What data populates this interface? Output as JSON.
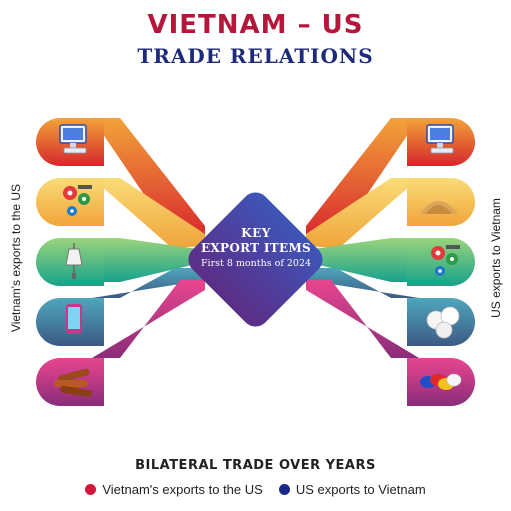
{
  "header": {
    "title": "VIETNAM – US",
    "subtitle": "TRADE RELATIONS"
  },
  "center": {
    "line1": "KEY",
    "line2": "EXPORT ITEMS",
    "line3": "First 8 months of 2024"
  },
  "sides": {
    "left_label": "Vietnam's exports to the US",
    "right_label": "US exports to Vietnam"
  },
  "left_items": [
    {
      "icon": "computer-icon",
      "color_top": "#f2a33a",
      "color_bottom": "#d7262c"
    },
    {
      "icon": "machinery-gears-icon",
      "color_top": "#f7d46a",
      "color_bottom": "#f0a43a"
    },
    {
      "icon": "garment-icon",
      "color_top": "#8fcf7a",
      "color_bottom": "#1aa58a"
    },
    {
      "icon": "phone-icon",
      "color_top": "#4aa0b8",
      "color_bottom": "#3e5f86"
    },
    {
      "icon": "wood-logs-icon",
      "color_top": "#e0438c",
      "color_bottom": "#8f2e7c"
    }
  ],
  "right_items": [
    {
      "icon": "computer-icon",
      "color_top": "#f2a33a",
      "color_bottom": "#d7262c"
    },
    {
      "icon": "grain-pile-icon",
      "color_top": "#f7d46a",
      "color_bottom": "#f0a43a"
    },
    {
      "icon": "machinery-gears-icon",
      "color_top": "#8fcf7a",
      "color_bottom": "#1aa58a"
    },
    {
      "icon": "cotton-icon",
      "color_top": "#4aa0b8",
      "color_bottom": "#3e5f86"
    },
    {
      "icon": "colored-yarn-icon",
      "color_top": "#e0438c",
      "color_bottom": "#8f2e7c"
    }
  ],
  "footer": {
    "title": "BILATERAL TRADE OVER YEARS",
    "legend": [
      {
        "label": "Vietnam's exports to the US",
        "color": "#d4163c"
      },
      {
        "label": "US exports to Vietnam",
        "color": "#1b2a8a"
      }
    ]
  },
  "colors": {
    "title": "#b5173a",
    "subtitle": "#1d2a7a",
    "center_top": "#3b4fb0",
    "center_bottom": "#5b2f8a"
  }
}
